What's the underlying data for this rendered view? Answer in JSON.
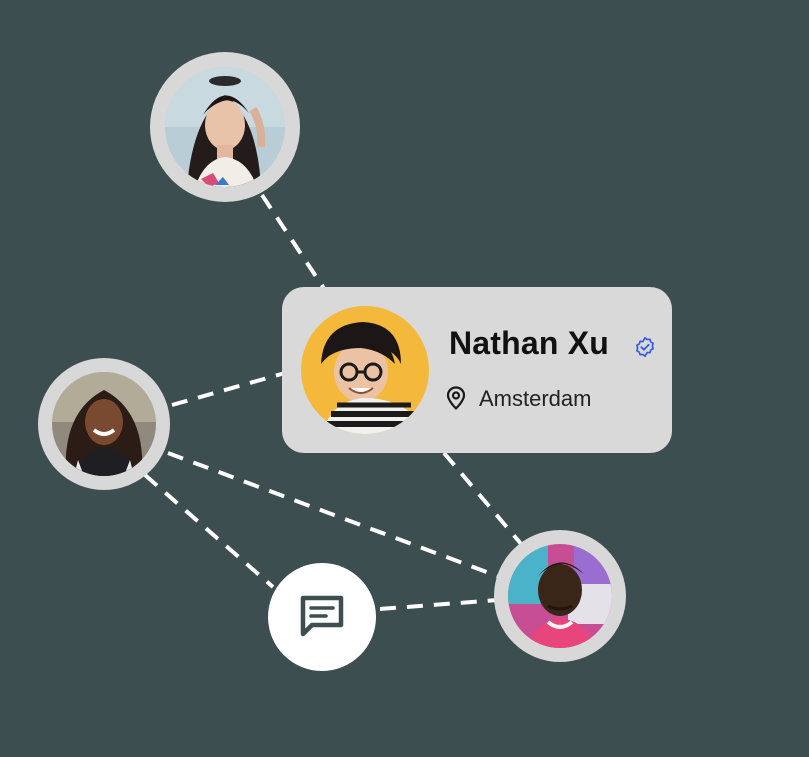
{
  "profile_card": {
    "name": "Nathan Xu",
    "location": "Amsterdam",
    "verified": true
  },
  "contacts": [
    {
      "role": "top-contact"
    },
    {
      "role": "left-contact"
    },
    {
      "role": "bottom-right-contact"
    }
  ],
  "icons": {
    "verified": "verified-badge-icon",
    "location": "map-pin-icon",
    "chat": "chat-bubble-icon"
  },
  "colors": {
    "background": "#3c4e50",
    "card": "#d9d9d9",
    "node_ring": "#d8d8d8",
    "connector": "#ffffff",
    "verified": "#2f5be6",
    "main_avatar_bg": "#f4b93a",
    "chat_button": "#ffffff",
    "chat_icon": "#3c4e50"
  }
}
